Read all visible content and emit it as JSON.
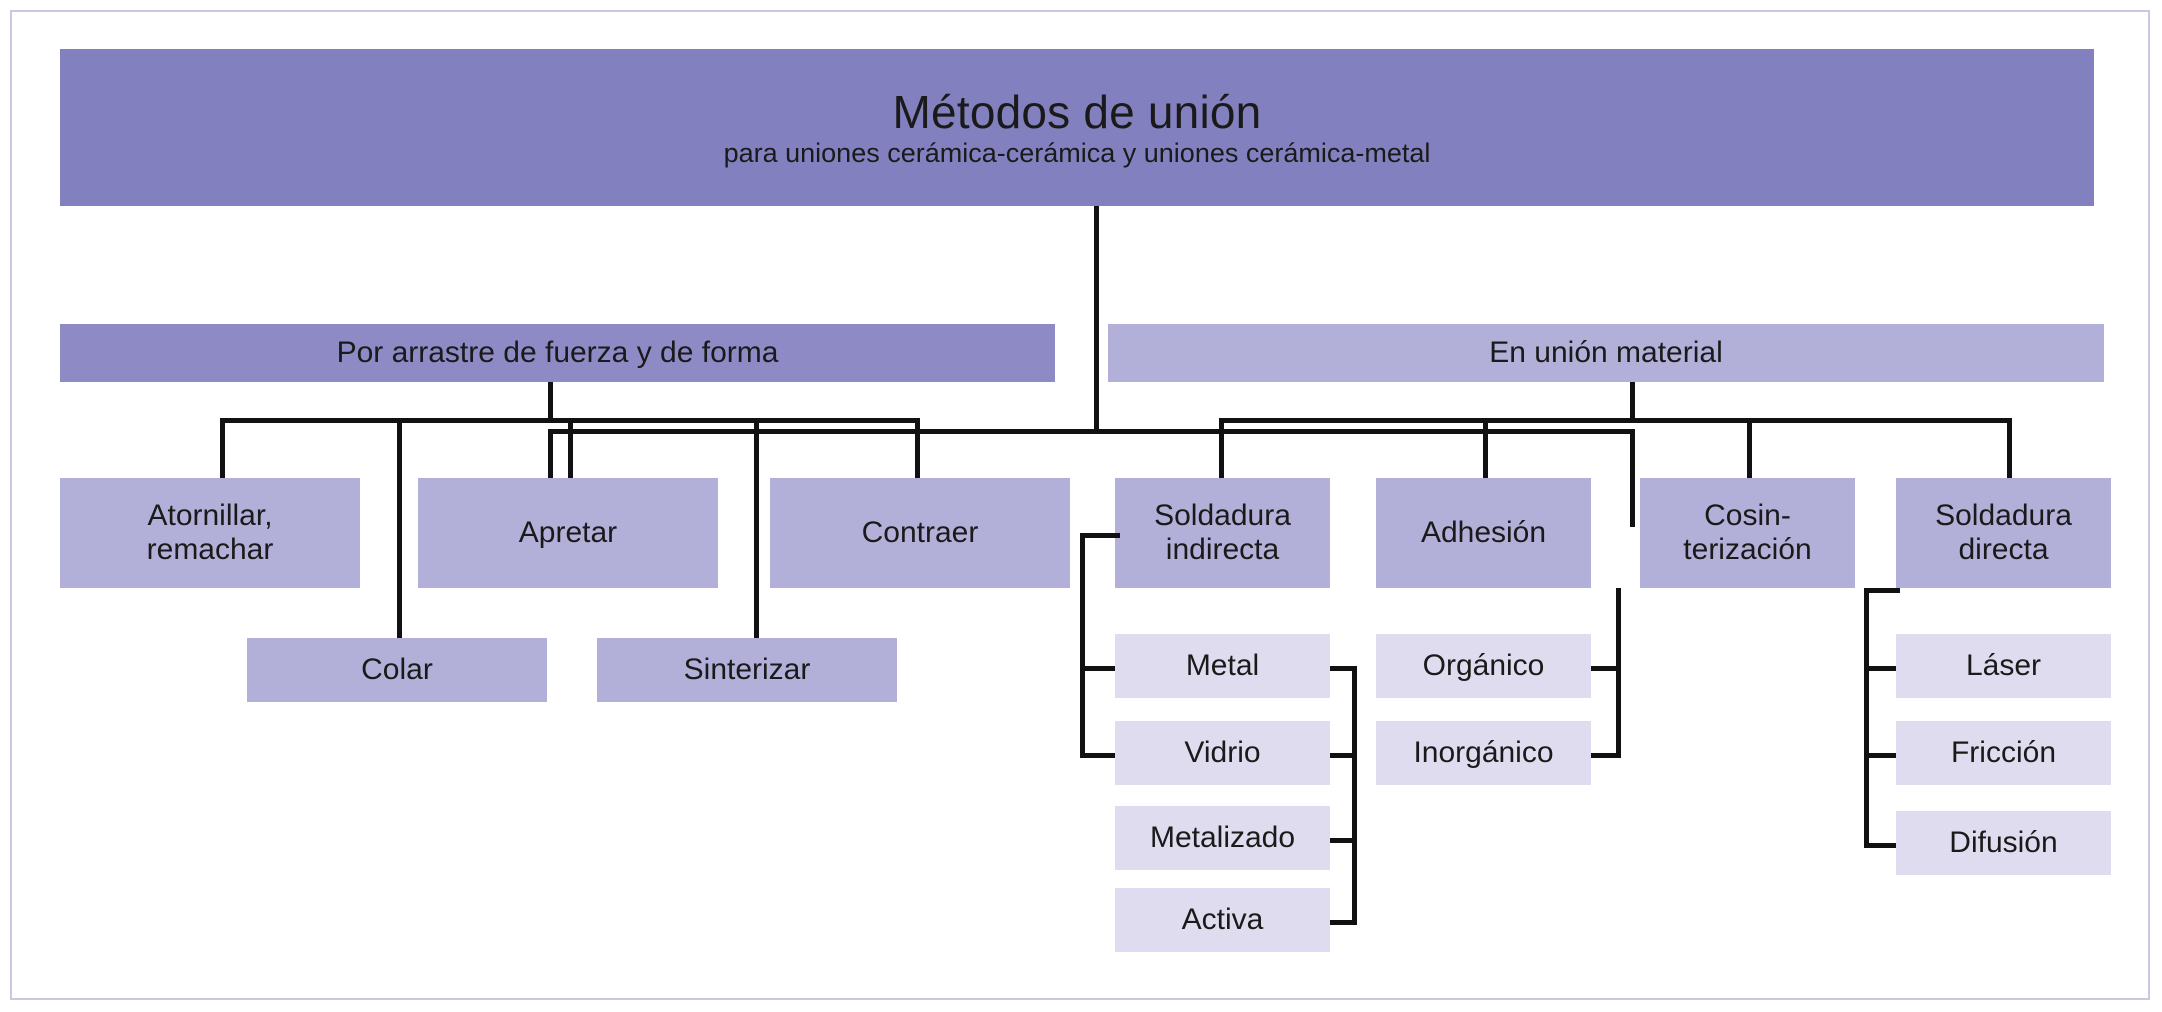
{
  "diagram": {
    "title_main": "Métodos de unión",
    "title_sub": "para uniones cerámica-cerámica y uniones cerámica-metal",
    "level1": {
      "left": "Por arrastre de fuerza y de forma",
      "right": "En unión material"
    },
    "level2": {
      "atornillar_l1": "Atornillar,",
      "atornillar_l2": "remachar",
      "apretar": "Apretar",
      "contraer": "Contraer",
      "colar": "Colar",
      "sinterizar": "Sinterizar",
      "soldadura_indirecta_l1": "Soldadura",
      "soldadura_indirecta_l2": "indirecta",
      "adhesion": "Adhesión",
      "cosinterizacion_l1": "Cosin-",
      "cosinterizacion_l2": "terización",
      "soldadura_directa_l1": "Soldadura",
      "soldadura_directa_l2": "directa"
    },
    "level3": {
      "metal": "Metal",
      "vidrio": "Vidrio",
      "metalizado": "Metalizado",
      "activa": "Activa",
      "organico": "Orgánico",
      "inorganico": "Inorgánico",
      "laser": "Láser",
      "friccion": "Fricción",
      "difusion": "Difusión"
    },
    "colors": {
      "header": "#8380c0",
      "level1_left": "#8d8ac5",
      "level1_right": "#b2afd9",
      "level2": "#b2afd9",
      "leaf": "#dedcee",
      "connector": "#111111",
      "frame": "#c9c7e2",
      "background": "#ffffff"
    }
  }
}
